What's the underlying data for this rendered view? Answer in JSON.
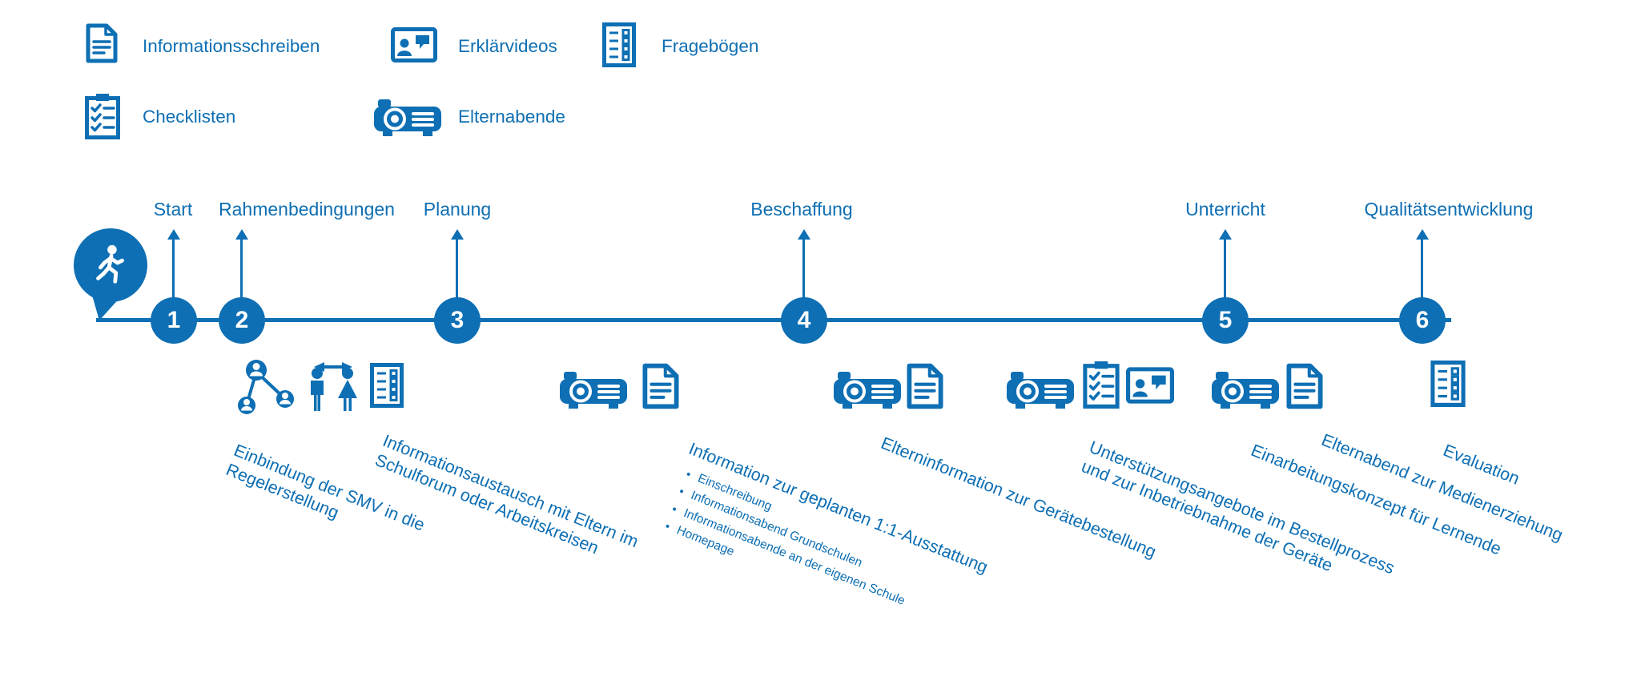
{
  "colors": {
    "primary": "#0e6fb4",
    "background": "#ffffff",
    "number_text": "#ffffff"
  },
  "legend": {
    "items": [
      {
        "icon": "letter-icon",
        "label": "Informationsschreiben"
      },
      {
        "icon": "video-icon",
        "label": "Erklärvideos"
      },
      {
        "icon": "questionnaire-icon",
        "label": "Fragebögen"
      },
      {
        "icon": "checklist-icon",
        "label": "Checklisten"
      },
      {
        "icon": "projector-icon",
        "label": "Elternabende"
      }
    ]
  },
  "timeline": {
    "start_marker_icon": "walking-person-icon",
    "phases": [
      {
        "number": "1",
        "label": "Start"
      },
      {
        "number": "2",
        "label": "Rahmenbedingungen"
      },
      {
        "number": "3",
        "label": "Planung"
      },
      {
        "number": "4",
        "label": "Beschaffung"
      },
      {
        "number": "5",
        "label": "Unterricht"
      },
      {
        "number": "6",
        "label": "Qualitätsentwicklung"
      }
    ]
  },
  "activities": [
    {
      "icons": [
        "network-icon",
        "parents-exchange-icon",
        "questionnaire-icon"
      ],
      "labels": [
        {
          "text": "Einbindung der SMV in die Regelerstellung"
        },
        {
          "text": "Informationsaustausch mit Eltern im Schulforum oder Arbeitskreisen"
        }
      ]
    },
    {
      "icons": [
        "projector-icon",
        "letter-icon"
      ],
      "labels": [
        {
          "text": "Information zur geplanten 1:1-Ausstattung",
          "bullets": [
            "Einschreibung",
            "Informationsabend Grundschulen",
            "Informationsabende an der eigenen Schule",
            "Homepage"
          ]
        }
      ]
    },
    {
      "icons": [
        "projector-icon",
        "letter-icon"
      ],
      "labels": [
        {
          "text": "Elterninformation zur Gerätebestellung"
        }
      ]
    },
    {
      "icons": [
        "projector-icon",
        "checklist-icon",
        "video-icon"
      ],
      "labels": [
        {
          "text": "Unterstützungsangebote im Bestellprozess und zur Inbetriebnahme der Geräte"
        }
      ]
    },
    {
      "icons": [
        "projector-icon",
        "letter-icon"
      ],
      "labels": [
        {
          "text": "Einarbeitungskonzept für Lernende"
        },
        {
          "text": "Elternabend zur Medienerziehung"
        }
      ]
    },
    {
      "icons": [
        "questionnaire-icon"
      ],
      "labels": [
        {
          "text": "Evaluation"
        }
      ]
    }
  ]
}
